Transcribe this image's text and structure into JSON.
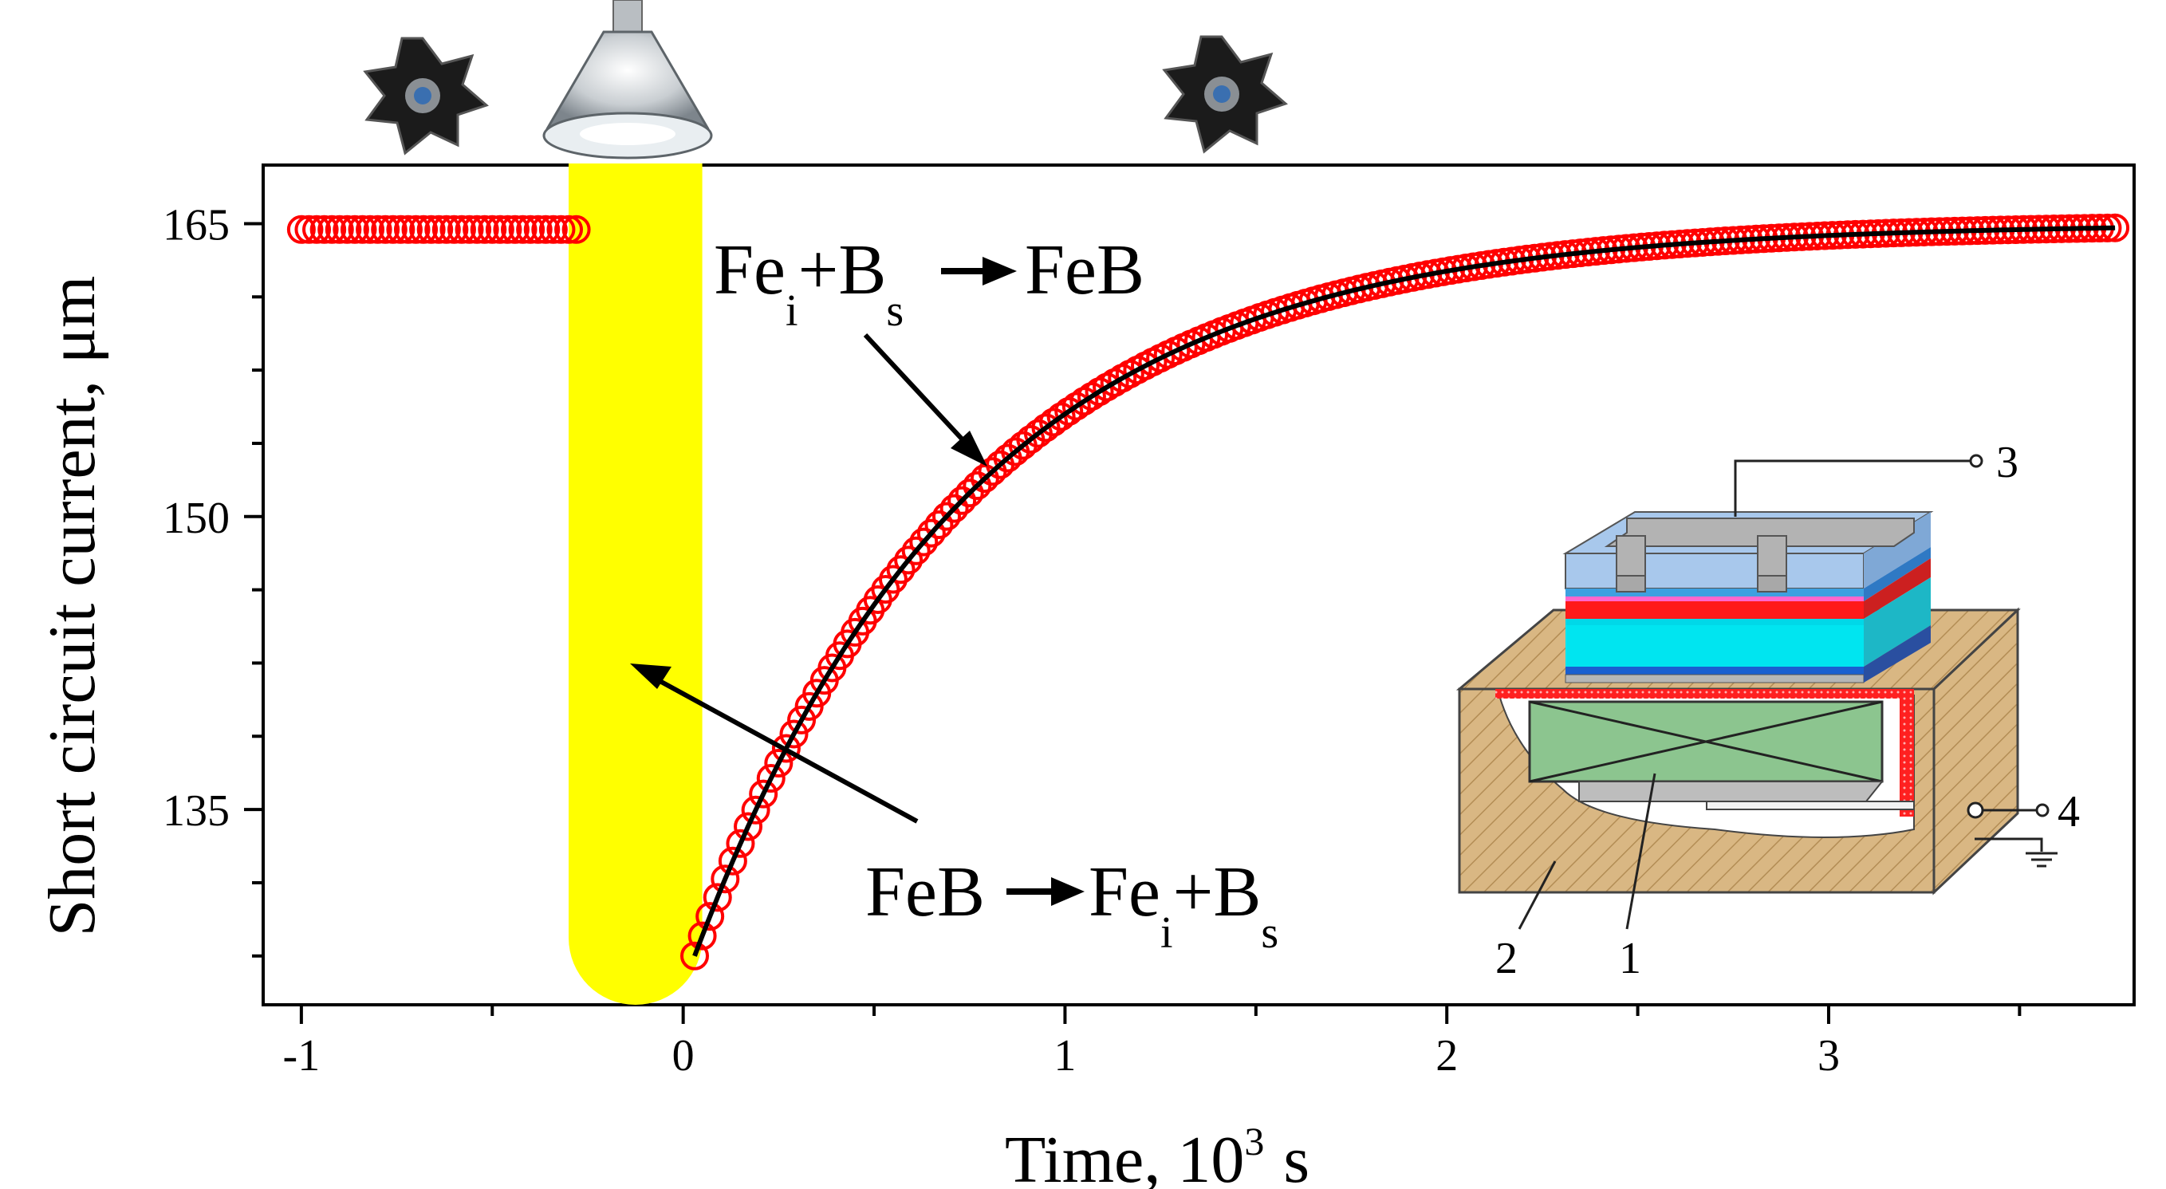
{
  "chart_data": {
    "type": "scatter",
    "title": "",
    "xlabel": "Time, 10",
    "xlabel_superscript": "3",
    "xlabel_unit": "s",
    "ylabel": "Short circuit current, μm",
    "xlim": [
      -1.1,
      3.8
    ],
    "ylim": [
      125,
      168
    ],
    "x_ticks": [
      -1,
      0,
      1,
      2,
      3
    ],
    "x_tick_labels": [
      "-1",
      "0",
      "1",
      "2",
      "3"
    ],
    "y_ticks": [
      135,
      150,
      165
    ],
    "y_tick_labels": [
      "135",
      "150",
      "165"
    ],
    "grid": false,
    "legend": "none",
    "colors": {
      "markers": "#ff0000",
      "fit": "#000000",
      "illumination": "#ffff00"
    },
    "illumination_interval": [
      -0.3,
      0.05
    ],
    "series": [
      {
        "marker": "open-circle",
        "segments": [
          {
            "x_start": -1.0,
            "x_end": -0.28,
            "x_step": 0.02,
            "model": "constant",
            "value": 164.7
          },
          {
            "x_start": 0.03,
            "x_end": 3.75,
            "x_step": 0.02,
            "model": "exponential_recovery",
            "y0": 127.5,
            "y_inf": 165.0,
            "tau": 0.72
          }
        ]
      },
      {
        "marker": "line",
        "segments": [
          {
            "x_start": 0.03,
            "x_end": 3.75,
            "x_step": 0.01,
            "model": "exponential_recovery",
            "y0": 127.5,
            "y_inf": 165.0,
            "tau": 0.72
          }
        ]
      }
    ],
    "annotations": [
      {
        "name": "reaction-pairing",
        "lhs": "Fe",
        "lhs_sub": "i",
        "plus": "+B",
        "plus_sub": "s",
        "rhs": "FeB"
      },
      {
        "name": "reaction-dissociation",
        "lhs": "FeB",
        "rhs": "Fe",
        "rhs_sub": "i",
        "plus": "+B",
        "plus_sub": "s"
      }
    ],
    "inset_labels": [
      "1",
      "2",
      "3",
      "4"
    ]
  },
  "icons": [
    "led-star-icon",
    "halogen-lamp-icon",
    "led-star-icon",
    "solar-cell-device-icon"
  ]
}
